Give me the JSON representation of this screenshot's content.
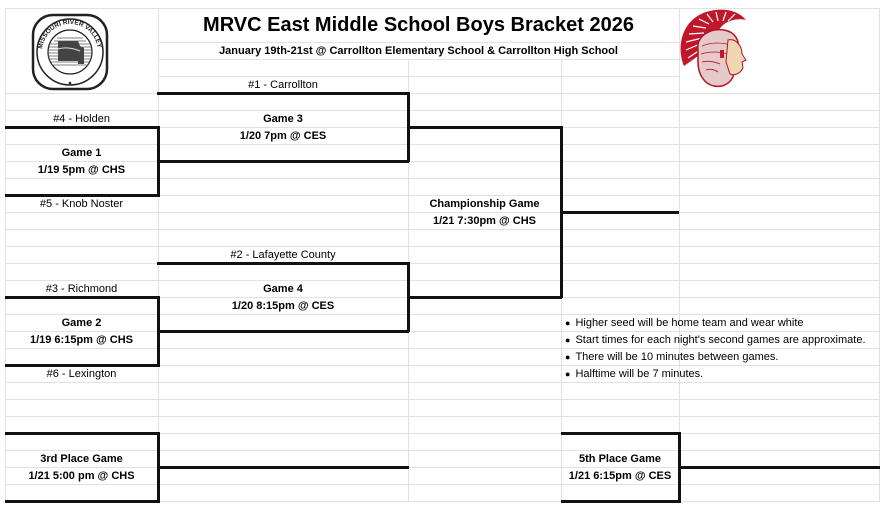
{
  "header": {
    "title": "MRVC East Middle School Boys Bracket 2026",
    "subtitle": "January 19th-21st @ Carrollton Elementary School & Carrollton High School",
    "left_logo": {
      "icon": "conference-seal-icon",
      "text": "MISSOURI RIVER VALLEY CONFERENCE"
    },
    "right_logo": {
      "icon": "spartan-helmet-icon"
    }
  },
  "bracket": {
    "seeds": {
      "seed1": "#1 - Carrollton",
      "seed4": "#4 - Holden",
      "seed5": "#5 - Knob Noster",
      "seed2": "#2 - Lafayette County",
      "seed3": "#3 - Richmond",
      "seed6": "#6 - Lexington"
    },
    "games": {
      "game1": {
        "name": "Game 1",
        "time": "1/19 5pm @ CHS"
      },
      "game2": {
        "name": "Game 2",
        "time": "1/19 6:15pm @ CHS"
      },
      "game3": {
        "name": "Game 3",
        "time": "1/20 7pm @ CES"
      },
      "game4": {
        "name": "Game 4",
        "time": "1/20 8:15pm @ CES"
      },
      "championship": {
        "name": "Championship Game",
        "time": "1/21 7:30pm @ CHS"
      },
      "third_place": {
        "name": "3rd Place Game",
        "time": "1/21 5:00 pm @ CHS"
      },
      "fifth_place": {
        "name": "5th Place Game",
        "time": "1/21 6:15pm @ CES"
      }
    }
  },
  "notes": [
    "Higher seed will be home team and wear white",
    "Start times for each night's second games are approximate.",
    "There will be 10 minutes between games.",
    "Halftime will be 7 minutes."
  ],
  "colors": {
    "grid": "#e2e2e2",
    "bracket_line": "#111111",
    "spartan_red": "#c0182a",
    "seal": "#333333"
  }
}
